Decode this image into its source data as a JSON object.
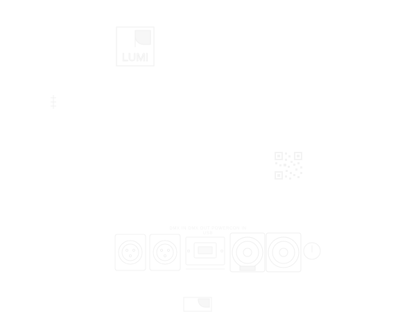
{
  "colors": {
    "line": "#f1f1f1",
    "line_soft": "#f5f5f5",
    "fill_soft": "#fafafa",
    "background": "#ffffff"
  },
  "logo_top": {
    "text": "LUMI",
    "icon": "brand-logo-icon"
  },
  "qr_icon": "qr-code-icon",
  "panel": {
    "caption_line1": "DMX IN   DMX OUT   POWERCON IN",
    "caption_line2": "USB"
  },
  "logo_bottom": {
    "icon": "brand-logo-small-icon"
  }
}
